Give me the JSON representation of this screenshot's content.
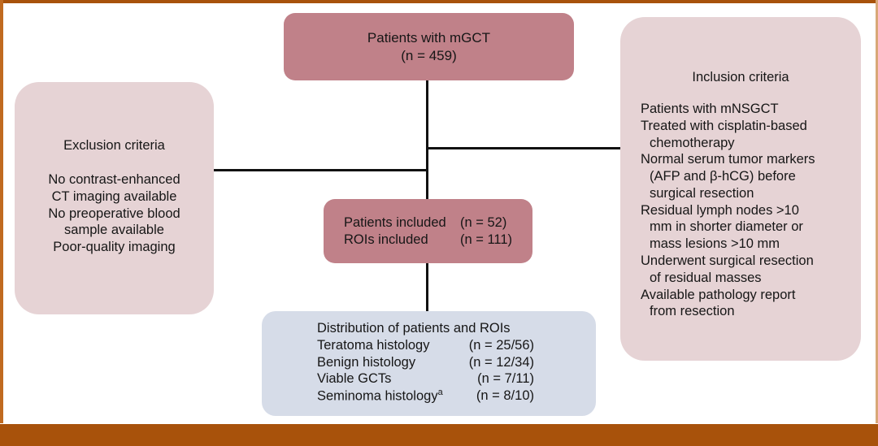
{
  "figure": {
    "type": "flowchart",
    "colors": {
      "rose_box": "#c08189",
      "pink_box": "#e6d3d5",
      "blue_box": "#d6dce8",
      "frame": "#a8520b",
      "connector": "#111111",
      "text": "#161616"
    }
  },
  "top_box": {
    "line1": "Patients with mGCT",
    "line2": "(n = 459)"
  },
  "exclusion_box": {
    "heading": "Exclusion criteria",
    "lines": [
      "No contrast-enhanced",
      "CT imaging available",
      "No preoperative blood",
      "sample available",
      "Poor-quality imaging"
    ]
  },
  "inclusion_box": {
    "heading": "Inclusion criteria",
    "lines": [
      {
        "text": "Patients with mNSGCT",
        "indent": false
      },
      {
        "text": "Treated with cisplatin-based",
        "indent": false
      },
      {
        "text": "chemotherapy",
        "indent": true
      },
      {
        "text": "Normal serum tumor markers",
        "indent": false
      },
      {
        "text": "(AFP and β-hCG) before",
        "indent": true
      },
      {
        "text": "surgical resection",
        "indent": true
      },
      {
        "text": "Residual lymph nodes >10",
        "indent": false
      },
      {
        "text": "mm in shorter diameter or",
        "indent": true
      },
      {
        "text": "mass lesions >10 mm",
        "indent": true
      },
      {
        "text": "Underwent surgical resection",
        "indent": false
      },
      {
        "text": "of residual masses",
        "indent": true
      },
      {
        "text": "Available pathology report",
        "indent": false
      },
      {
        "text": "from resection",
        "indent": true
      }
    ]
  },
  "included_box": {
    "rows": [
      {
        "label": "Patients included",
        "value": "(n = 52)"
      },
      {
        "label": "ROIs included",
        "value": "(n = 111)"
      }
    ]
  },
  "distribution_box": {
    "heading": "Distribution of patients and ROIs",
    "rows": [
      {
        "label": "Teratoma histology",
        "value": "(n =  25/56)"
      },
      {
        "label": "Benign histology",
        "value": "(n = 12/34)"
      },
      {
        "label": "Viable GCTs",
        "value": "(n = 7/11)"
      },
      {
        "label": "Seminoma histology",
        "superscript": "a",
        "value": "(n = 8/10)"
      }
    ]
  }
}
